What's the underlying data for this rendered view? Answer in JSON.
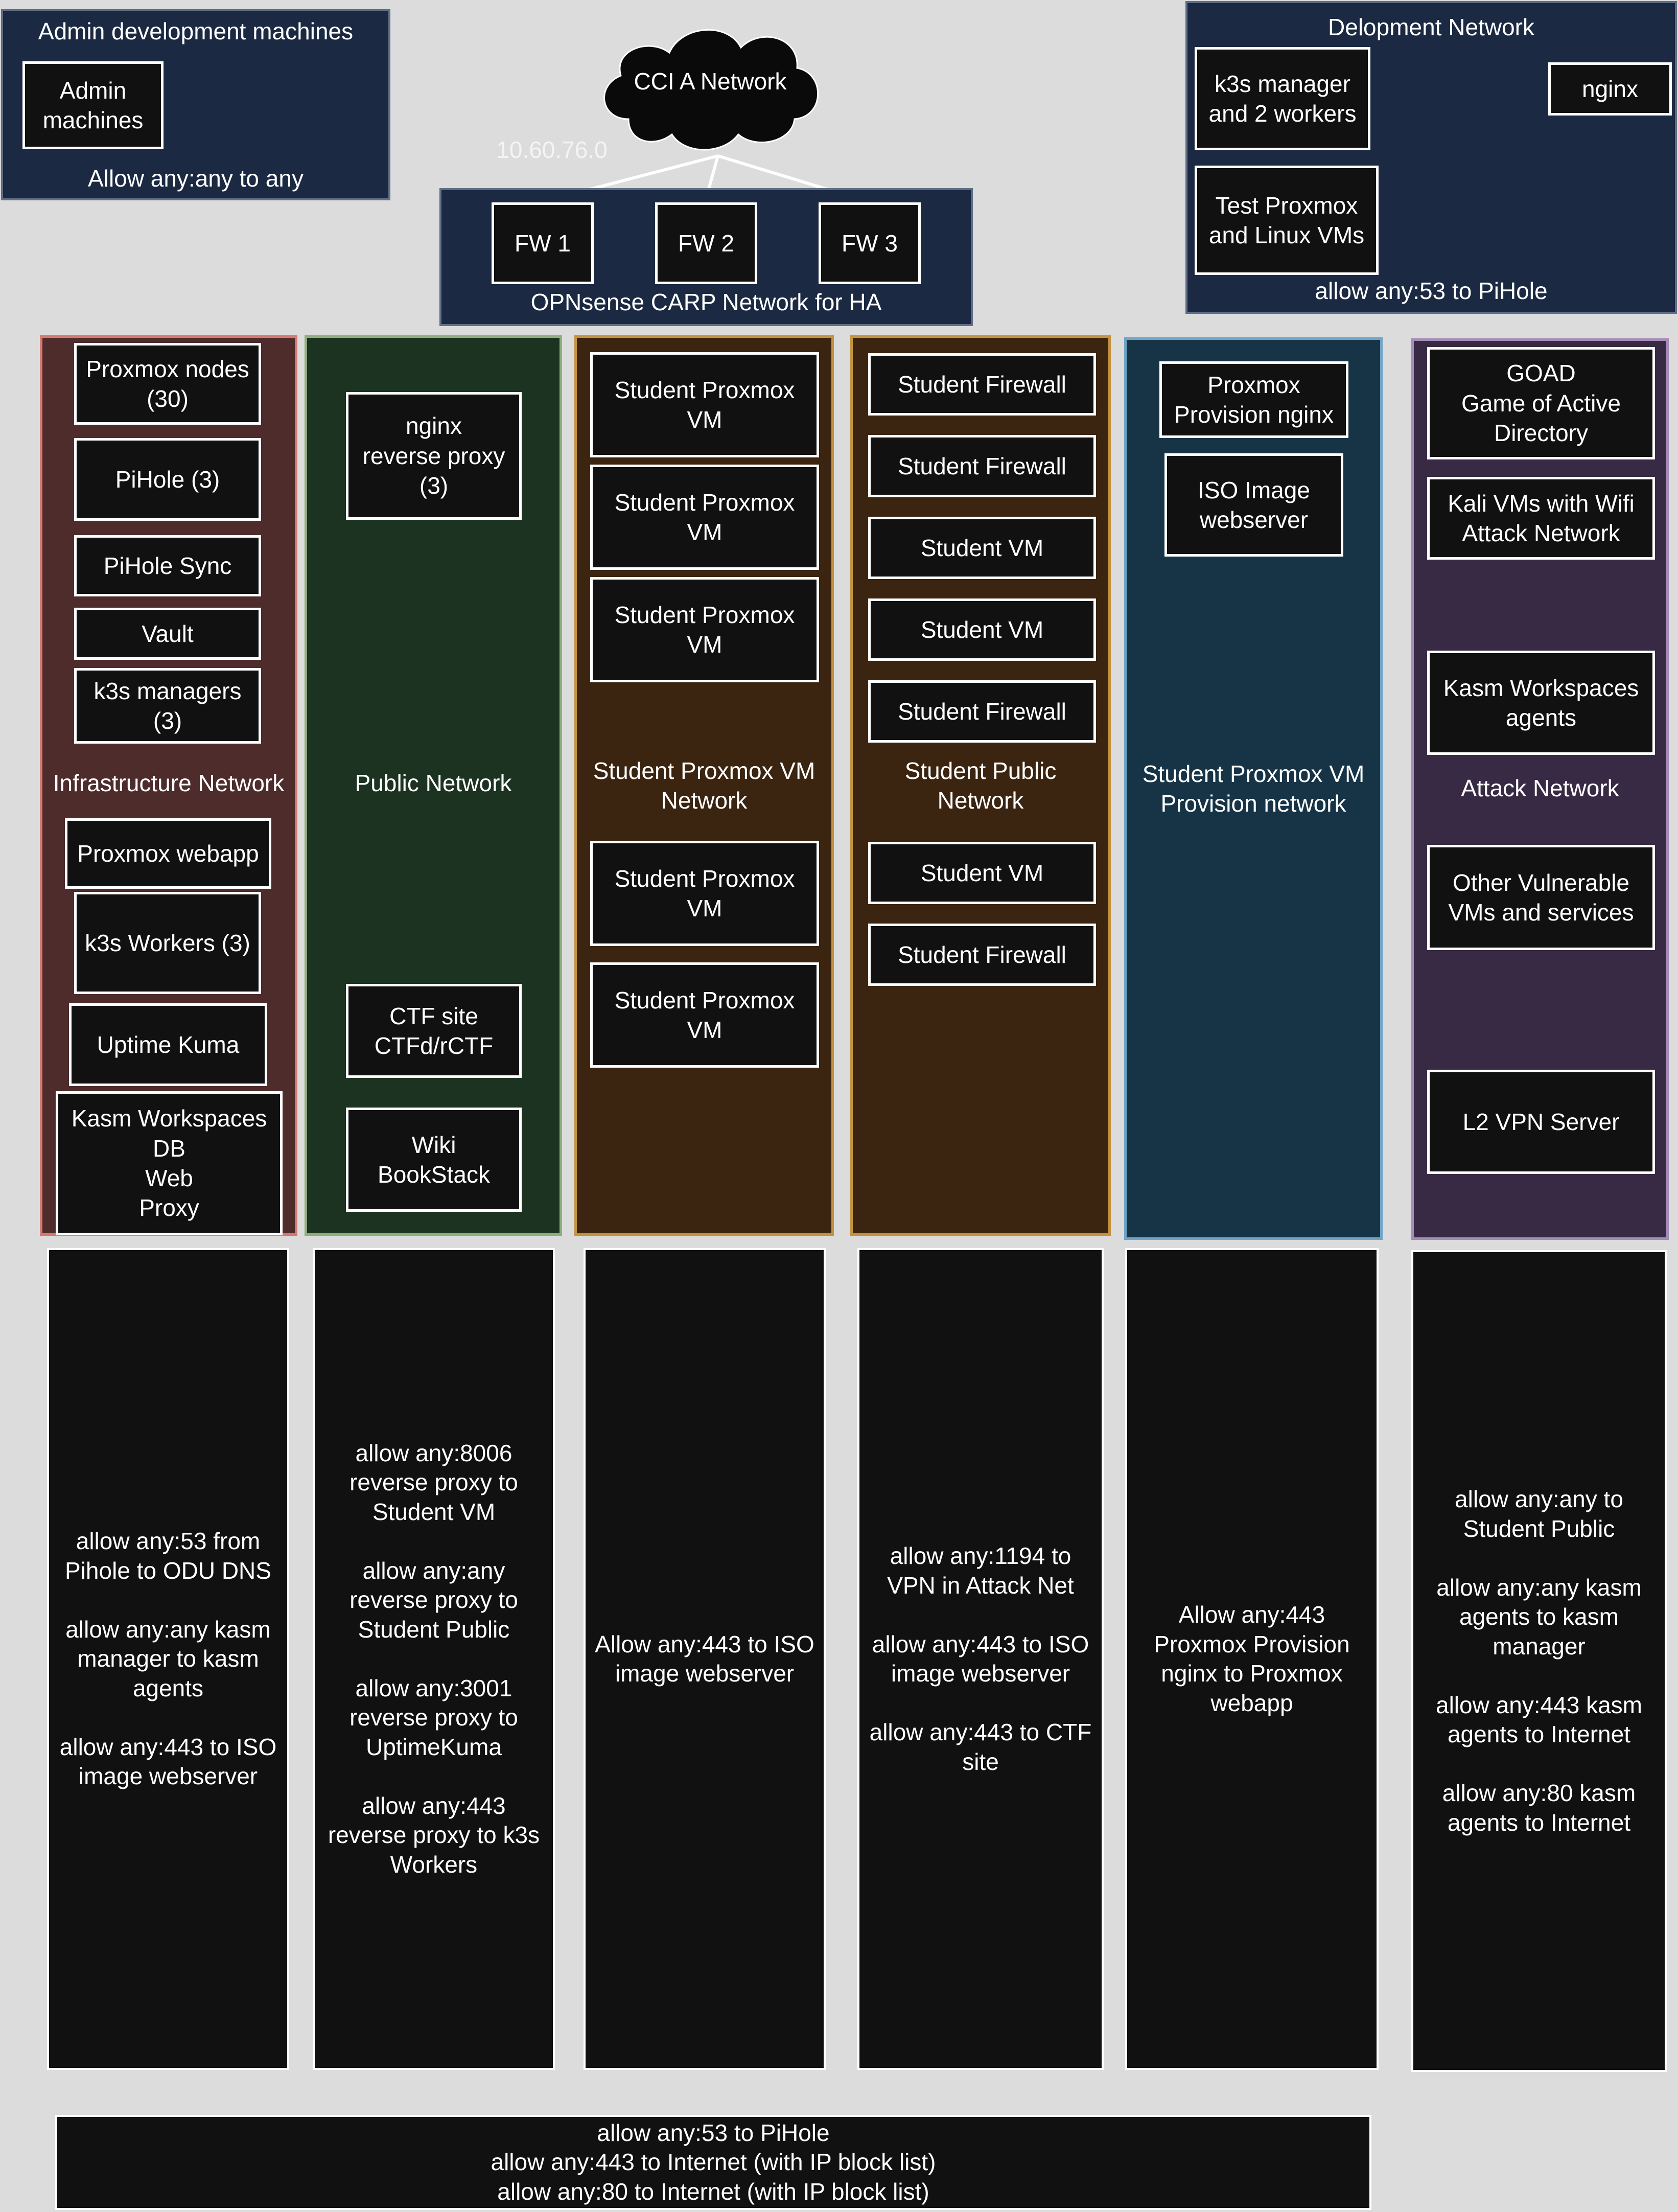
{
  "colors": {
    "background": "#dcdcdc",
    "navy": "#1b2a42",
    "infra": "#4f2c2c",
    "public": "#1c3321",
    "orange": "#3b2410",
    "teal": "#163446",
    "attack": "#382a44",
    "box": "#111111"
  },
  "admin": {
    "title": "Admin development machines",
    "machines": "Admin\nmachines",
    "rule": "Allow any:any to any"
  },
  "wan": {
    "cloud": "CCI A Network",
    "ip": "10.60.76.0"
  },
  "carp": {
    "label": "OPNsense CARP Network for HA",
    "fw1": "FW 1",
    "fw2": "FW 2",
    "fw3": "FW 3"
  },
  "dev": {
    "title": "Delopment Network",
    "k3s": "k3s manager\nand 2 workers",
    "nginx": "nginx",
    "proxmox": "Test Proxmox\nand Linux VMs",
    "rule": "allow any:53 to PiHole"
  },
  "infra": {
    "label": "Infrastructure Network",
    "items": [
      "Proxmox nodes\n(30)",
      "PiHole (3)",
      "PiHole Sync",
      "Vault",
      "k3s managers\n(3)",
      "Proxmox webapp",
      "k3s Workers (3)",
      "Uptime Kuma",
      "Kasm Workspaces\nDB\nWeb\nProxy"
    ],
    "rules": "allow any:53 from\nPihole to ODU DNS\n\nallow any:any kasm\nmanager to kasm\nagents\n\nallow any:443 to ISO\nimage webserver"
  },
  "public": {
    "label": "Public Network",
    "items": [
      "nginx\nreverse proxy\n(3)",
      "CTF site\nCTFd/rCTF",
      "Wiki\nBookStack"
    ],
    "rules": "allow any:8006\nreverse proxy to\nStudent VM\n\nallow any:any\nreverse proxy to\nStudent Public\n\nallow any:3001\nreverse proxy to\nUptimeKuma\n\nallow any:443\nreverse proxy to k3s\nWorkers"
  },
  "student_vm_net": {
    "label": "Student Proxmox VM\nNetwork",
    "items": [
      "Student Proxmox\nVM",
      "Student Proxmox\nVM",
      "Student Proxmox\nVM",
      "Student Proxmox\nVM",
      "Student Proxmox\nVM"
    ],
    "rules": "Allow any:443 to ISO\nimage webserver"
  },
  "student_public": {
    "label": "Student Public\nNetwork",
    "items": [
      "Student Firewall",
      "Student Firewall",
      "Student VM",
      "Student VM",
      "Student Firewall",
      "Student VM",
      "Student Firewall"
    ],
    "rules": "allow any:1194 to\nVPN in Attack Net\n\nallow any:443 to ISO\nimage webserver\n\nallow any:443 to CTF\nsite"
  },
  "provision": {
    "label": "Student Proxmox VM\nProvision network",
    "items": [
      "Proxmox\nProvision nginx",
      "ISO Image\nwebserver"
    ],
    "rules": "Allow any:443\nProxmox Provision\nnginx to Proxmox\nwebapp"
  },
  "attack": {
    "label": "Attack Network",
    "items": [
      "GOAD\nGame of Active\nDirectory",
      "Kali VMs with Wifi\nAttack Network",
      "Kasm Workspaces\nagents",
      "Other Vulnerable\nVMs and services",
      "L2 VPN Server"
    ],
    "rules": "allow any:any to\nStudent Public\n\nallow any:any kasm\nagents to kasm\nmanager\n\nallow any:443 kasm\nagents to Internet\n\nallow any:80 kasm\nagents to Internet"
  },
  "global_rules": "allow any:53 to PiHole\nallow any:443 to Internet (with IP block list)\nallow any:80 to Internet (with IP block list)"
}
